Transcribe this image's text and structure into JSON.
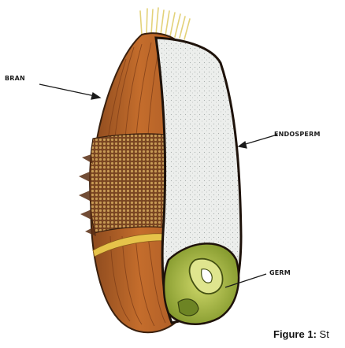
{
  "labels": {
    "bran": "BRAN",
    "endosperm": "ENDOSPERM",
    "germ": "GERM"
  },
  "caption": {
    "prefix": "Figure 1:",
    "text": "St"
  },
  "colors": {
    "bran": "#b8612a",
    "bran_dark": "#6e3418",
    "endosperm": "#e9ecea",
    "germ": "#a4b83a",
    "outline": "#2a1a10",
    "brush": "#e8d98a"
  }
}
